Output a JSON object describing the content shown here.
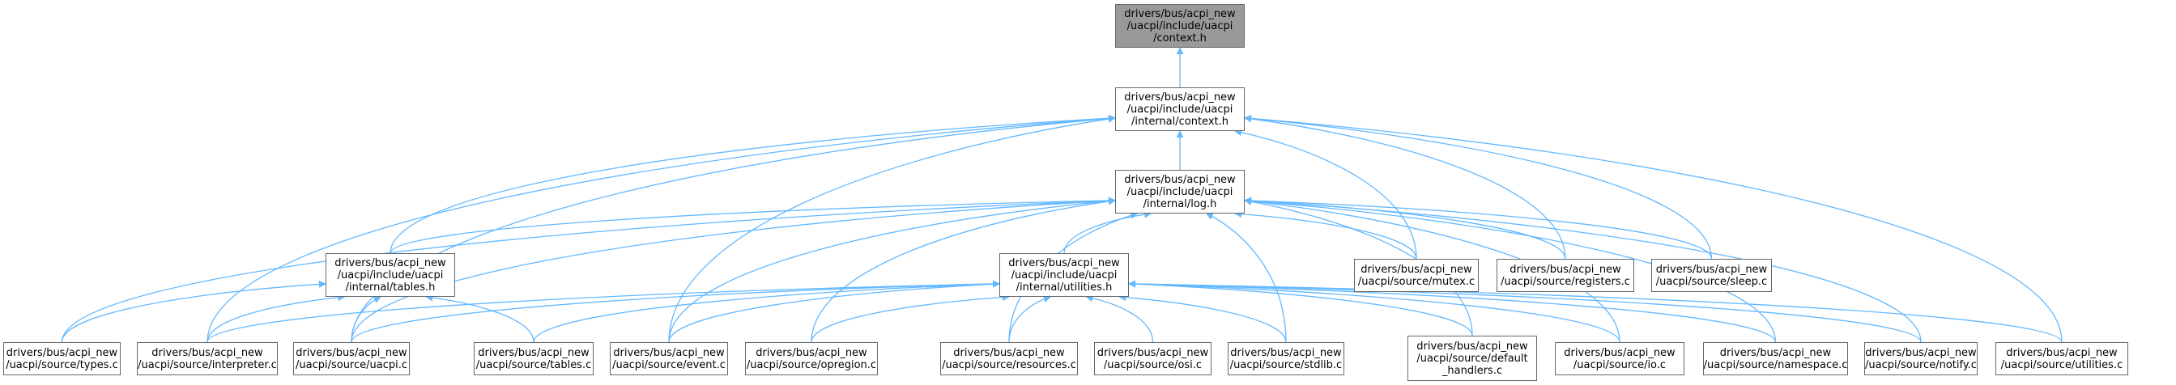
{
  "graph": {
    "type": "include-dependency-graph",
    "edge_color": "#63b8ff",
    "node_border_color": "#666666",
    "root_fill_color": "#999999",
    "nodes": [
      {
        "id": "context_h",
        "lines": [
          "drivers/bus/acpi_new",
          "/uacpi/include/uacpi",
          "/context.h"
        ],
        "root": true
      },
      {
        "id": "internal_context_h",
        "lines": [
          "drivers/bus/acpi_new",
          "/uacpi/include/uacpi",
          "/internal/context.h"
        ]
      },
      {
        "id": "internal_log_h",
        "lines": [
          "drivers/bus/acpi_new",
          "/uacpi/include/uacpi",
          "/internal/log.h"
        ]
      },
      {
        "id": "internal_utilities_h",
        "lines": [
          "drivers/bus/acpi_new",
          "/uacpi/include/uacpi",
          "/internal/utilities.h"
        ]
      },
      {
        "id": "internal_tables_h",
        "lines": [
          "drivers/bus/acpi_new",
          "/uacpi/include/uacpi",
          "/internal/tables.h"
        ]
      },
      {
        "id": "mutex_c",
        "lines": [
          "drivers/bus/acpi_new",
          "/uacpi/source/mutex.c"
        ]
      },
      {
        "id": "registers_c",
        "lines": [
          "drivers/bus/acpi_new",
          "/uacpi/source/registers.c"
        ]
      },
      {
        "id": "sleep_c",
        "lines": [
          "drivers/bus/acpi_new",
          "/uacpi/source/sleep.c"
        ]
      },
      {
        "id": "types_c",
        "lines": [
          "drivers/bus/acpi_new",
          "/uacpi/source/types.c"
        ]
      },
      {
        "id": "interpreter_c",
        "lines": [
          "drivers/bus/acpi_new",
          "/uacpi/source/interpreter.c"
        ]
      },
      {
        "id": "uacpi_c",
        "lines": [
          "drivers/bus/acpi_new",
          "/uacpi/source/uacpi.c"
        ]
      },
      {
        "id": "tables_c",
        "lines": [
          "drivers/bus/acpi_new",
          "/uacpi/source/tables.c"
        ]
      },
      {
        "id": "event_c",
        "lines": [
          "drivers/bus/acpi_new",
          "/uacpi/source/event.c"
        ]
      },
      {
        "id": "opregion_c",
        "lines": [
          "drivers/bus/acpi_new",
          "/uacpi/source/opregion.c"
        ]
      },
      {
        "id": "resources_c",
        "lines": [
          "drivers/bus/acpi_new",
          "/uacpi/source/resources.c"
        ]
      },
      {
        "id": "osi_c",
        "lines": [
          "drivers/bus/acpi_new",
          "/uacpi/source/osi.c"
        ]
      },
      {
        "id": "stdlib_c",
        "lines": [
          "drivers/bus/acpi_new",
          "/uacpi/source/stdlib.c"
        ]
      },
      {
        "id": "default_handlers_c",
        "lines": [
          "drivers/bus/acpi_new",
          "/uacpi/source/default",
          "_handlers.c"
        ]
      },
      {
        "id": "io_c",
        "lines": [
          "drivers/bus/acpi_new",
          "/uacpi/source/io.c"
        ]
      },
      {
        "id": "namespace_c",
        "lines": [
          "drivers/bus/acpi_new",
          "/uacpi/source/namespace.c"
        ]
      },
      {
        "id": "notify_c",
        "lines": [
          "drivers/bus/acpi_new",
          "/uacpi/source/notify.c"
        ]
      },
      {
        "id": "utilities_c",
        "lines": [
          "drivers/bus/acpi_new",
          "/uacpi/source/utilities.c"
        ]
      }
    ],
    "edges": [
      [
        "internal_context_h",
        "context_h"
      ],
      [
        "internal_log_h",
        "internal_context_h"
      ],
      [
        "internal_tables_h",
        "internal_context_h"
      ],
      [
        "interpreter_c",
        "internal_context_h"
      ],
      [
        "uacpi_c",
        "internal_context_h"
      ],
      [
        "event_c",
        "internal_context_h"
      ],
      [
        "mutex_c",
        "internal_context_h"
      ],
      [
        "registers_c",
        "internal_context_h"
      ],
      [
        "sleep_c",
        "internal_context_h"
      ],
      [
        "utilities_c",
        "internal_context_h"
      ],
      [
        "internal_utilities_h",
        "internal_log_h"
      ],
      [
        "internal_tables_h",
        "internal_log_h"
      ],
      [
        "types_c",
        "internal_log_h"
      ],
      [
        "uacpi_c",
        "internal_log_h"
      ],
      [
        "event_c",
        "internal_log_h"
      ],
      [
        "opregion_c",
        "internal_log_h"
      ],
      [
        "resources_c",
        "internal_log_h"
      ],
      [
        "stdlib_c",
        "internal_log_h"
      ],
      [
        "default_handlers_c",
        "internal_log_h"
      ],
      [
        "io_c",
        "internal_log_h"
      ],
      [
        "namespace_c",
        "internal_log_h"
      ],
      [
        "notify_c",
        "internal_log_h"
      ],
      [
        "mutex_c",
        "internal_log_h"
      ],
      [
        "registers_c",
        "internal_log_h"
      ],
      [
        "sleep_c",
        "internal_log_h"
      ],
      [
        "types_c",
        "internal_tables_h"
      ],
      [
        "interpreter_c",
        "internal_tables_h"
      ],
      [
        "uacpi_c",
        "internal_tables_h"
      ],
      [
        "tables_c",
        "internal_tables_h"
      ],
      [
        "interpreter_c",
        "internal_utilities_h"
      ],
      [
        "uacpi_c",
        "internal_utilities_h"
      ],
      [
        "tables_c",
        "internal_utilities_h"
      ],
      [
        "event_c",
        "internal_utilities_h"
      ],
      [
        "opregion_c",
        "internal_utilities_h"
      ],
      [
        "resources_c",
        "internal_utilities_h"
      ],
      [
        "osi_c",
        "internal_utilities_h"
      ],
      [
        "stdlib_c",
        "internal_utilities_h"
      ],
      [
        "default_handlers_c",
        "internal_utilities_h"
      ],
      [
        "io_c",
        "internal_utilities_h"
      ],
      [
        "namespace_c",
        "internal_utilities_h"
      ],
      [
        "notify_c",
        "internal_utilities_h"
      ],
      [
        "utilities_c",
        "internal_utilities_h"
      ]
    ]
  }
}
